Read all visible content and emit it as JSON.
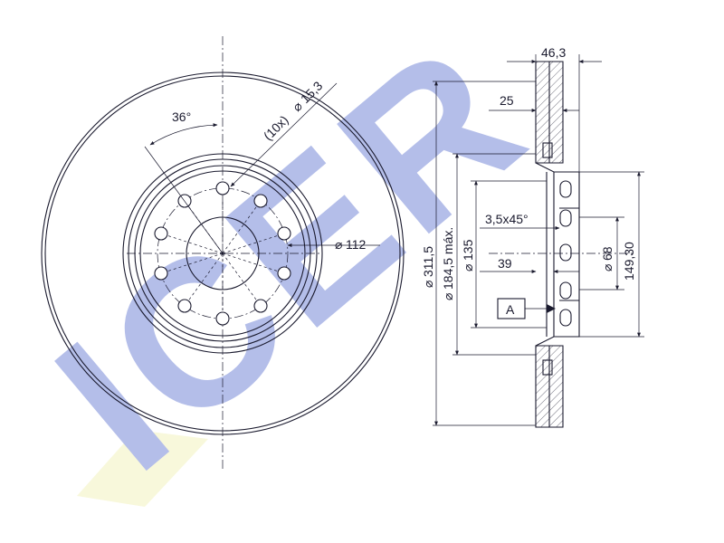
{
  "watermark": {
    "text": "ICER",
    "color": "#a7b3e6",
    "accent": "#f2f0b8"
  },
  "front_view": {
    "angle_label": "36°",
    "holes_label": "(10x)",
    "hole_diameter_label": "15,3",
    "pcd_label": "112"
  },
  "side_view": {
    "total_width_label": "46,3",
    "hat_depth_label": "25",
    "chamfer_label": "3,5x45°",
    "offset_label": "39",
    "outer_diameter_label": "311,5",
    "max_diameter_label": "184,5 máx.",
    "inner_diameter_label": "135",
    "center_bore_label": "68",
    "hat_diameter_label": "149,30",
    "datum_label": "A"
  },
  "colors": {
    "line": "#1a1a2e"
  }
}
